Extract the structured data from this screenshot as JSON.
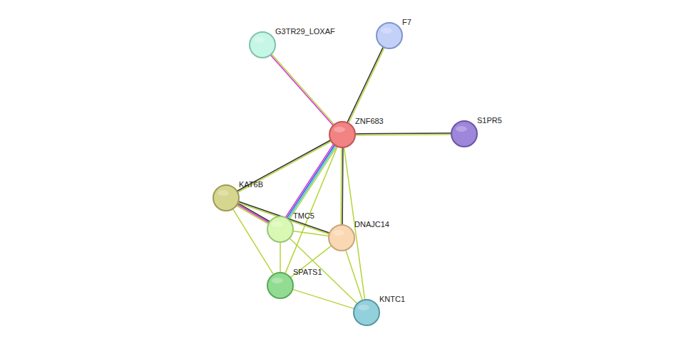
{
  "diagram": {
    "nodes": [
      {
        "text": [
          "G3TR29_LOXAF"
        ]
      },
      {
        "text": [
          "F7"
        ]
      },
      {
        "text": [
          "ZNF683"
        ]
      },
      {
        "text": [
          "S1PR5"
        ]
      },
      {
        "text": [
          "KAT6B"
        ]
      },
      {
        "text": [
          "TMC5"
        ]
      },
      {
        "text": [
          "DNAJC14"
        ]
      },
      {
        "text": [
          "SPATS1"
        ]
      },
      {
        "text": [
          "KNTC1"
        ]
      }
    ],
    "edges": [
      {
        "from": 2,
        "to": 0,
        "arrow": "none"
      },
      {
        "from": 2,
        "to": 1,
        "arrow": "none"
      },
      {
        "from": 2,
        "to": 3,
        "arrow": "none"
      },
      {
        "from": 2,
        "to": 4,
        "arrow": "none"
      },
      {
        "from": 2,
        "to": 5,
        "arrow": "none"
      },
      {
        "from": 2,
        "to": 6,
        "arrow": "none"
      },
      {
        "from": 2,
        "to": 7,
        "arrow": "none"
      },
      {
        "from": 2,
        "to": 8,
        "arrow": "none"
      },
      {
        "from": 4,
        "to": 5,
        "arrow": "none"
      },
      {
        "from": 4,
        "to": 6,
        "arrow": "none"
      },
      {
        "from": 4,
        "to": 7,
        "arrow": "none"
      },
      {
        "from": 5,
        "to": 6,
        "arrow": "none"
      },
      {
        "from": 5,
        "to": 7,
        "arrow": "none"
      },
      {
        "from": 5,
        "to": 8,
        "arrow": "none"
      },
      {
        "from": 6,
        "to": 7,
        "arrow": "none"
      },
      {
        "from": 6,
        "to": 8,
        "arrow": "none"
      },
      {
        "from": 7,
        "to": 8,
        "arrow": "none"
      }
    ]
  }
}
